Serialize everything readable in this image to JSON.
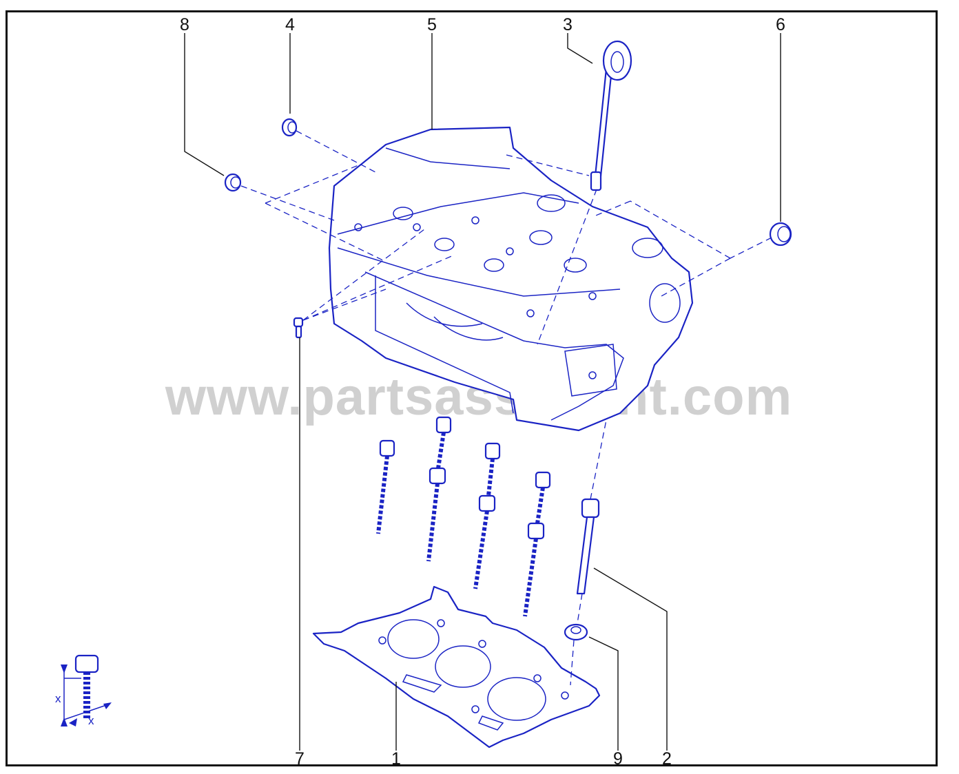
{
  "watermark": "www.partsassistant.com",
  "colors": {
    "line": "#1a23c4",
    "frame": "#111111",
    "watermark": "#d0d0d0"
  },
  "callouts": [
    {
      "id": "1",
      "label": "1",
      "part": "cylinder-head-gasket"
    },
    {
      "id": "2",
      "label": "2",
      "part": "cylinder-head-bolt"
    },
    {
      "id": "3",
      "label": "3",
      "part": "lifting-eye"
    },
    {
      "id": "4",
      "label": "4",
      "part": "plug"
    },
    {
      "id": "5",
      "label": "5",
      "part": "cylinder-head"
    },
    {
      "id": "6",
      "label": "6",
      "part": "plug"
    },
    {
      "id": "7",
      "label": "7",
      "part": "stud"
    },
    {
      "id": "8",
      "label": "8",
      "part": "plug"
    },
    {
      "id": "9",
      "label": "9",
      "part": "washer"
    }
  ],
  "legend": {
    "icon": "bolt-length-icon",
    "dimension_label_vertical": "x",
    "dimension_label_horizontal": "x"
  }
}
